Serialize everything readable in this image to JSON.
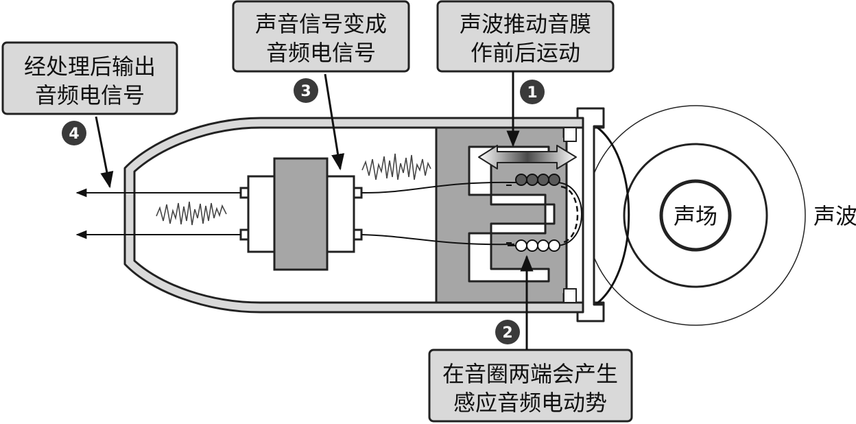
{
  "callouts": {
    "c1": {
      "number": "1",
      "line1": "声波推动音膜",
      "line2": "作前后运动"
    },
    "c2": {
      "number": "2",
      "line1": "在音圈两端会产生",
      "line2": "感应音频电动势"
    },
    "c3": {
      "number": "3",
      "line1": "声音信号变成",
      "line2": "音频电信号"
    },
    "c4": {
      "number": "4",
      "line1": "经处理后输出",
      "line2": "音频电信号"
    }
  },
  "labels": {
    "sound_field": "声场",
    "sound_wave": "声波"
  },
  "colors": {
    "box_fill": "#d9d9d9",
    "box_stroke": "#222222",
    "magnet_fill": "#a6a6a6",
    "marker_fill": "#3a3a3a"
  }
}
